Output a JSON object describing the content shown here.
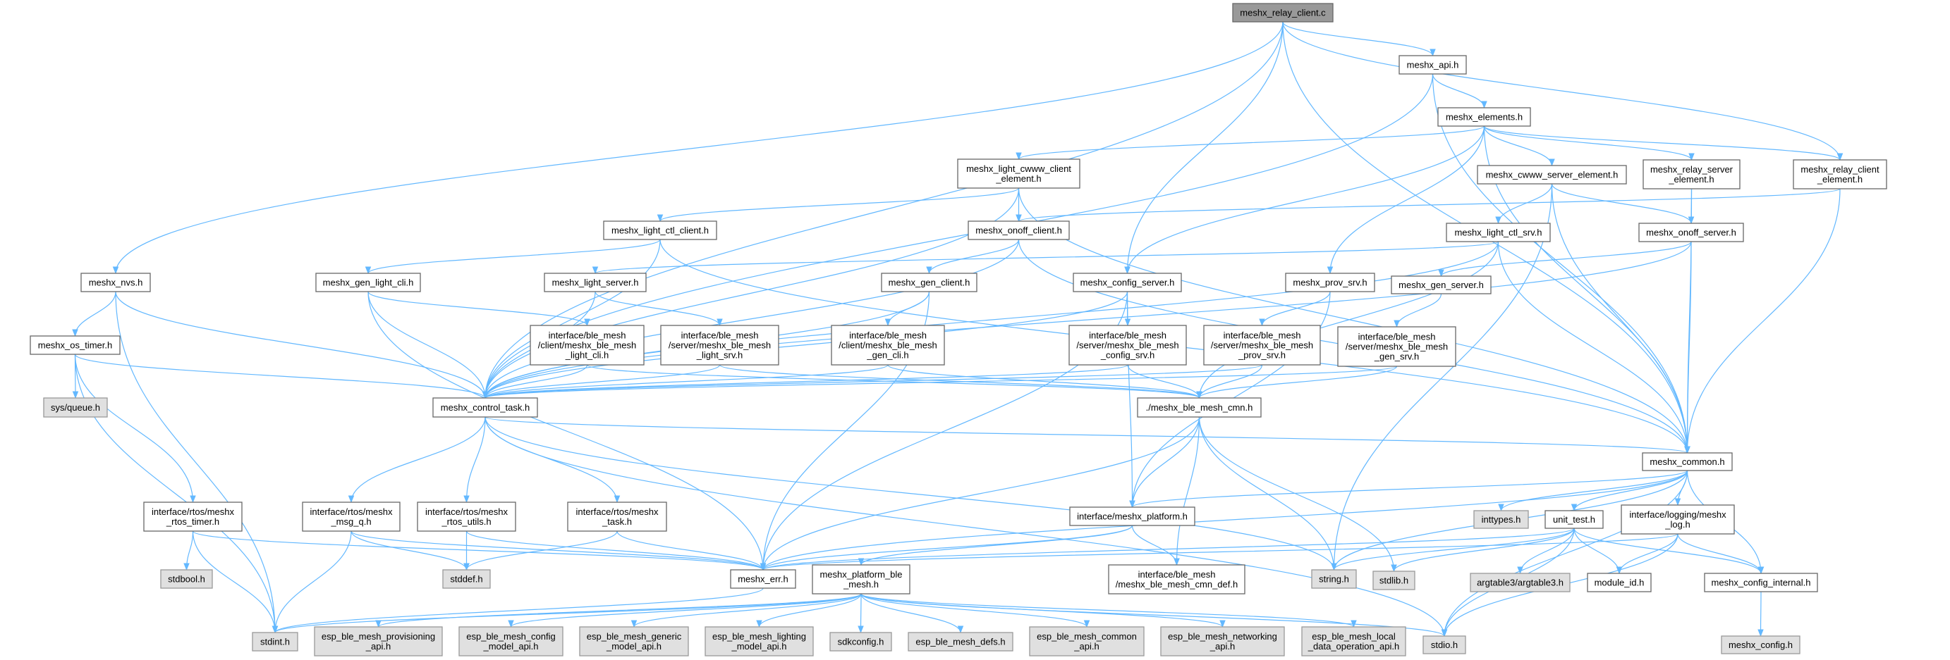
{
  "title": "meshx_relay_client.c",
  "colors": {
    "edge": "#63b8ff",
    "root_fill": "#999999",
    "system_fill": "#e0e0e0",
    "node_fill": "#ffffff"
  },
  "nodes": [
    {
      "id": "root",
      "lines": [
        "meshx_relay_client.c"
      ],
      "kind": "root"
    },
    {
      "id": "api",
      "lines": [
        "meshx_api.h"
      ],
      "kind": "file"
    },
    {
      "id": "elements",
      "lines": [
        "meshx_elements.h"
      ],
      "kind": "file"
    },
    {
      "id": "cwww_cli_el",
      "lines": [
        "meshx_light_cwww_client",
        "_element.h"
      ],
      "kind": "file"
    },
    {
      "id": "cwww_srv_el",
      "lines": [
        "meshx_cwww_server_element.h"
      ],
      "kind": "file"
    },
    {
      "id": "relay_srv_el",
      "lines": [
        "meshx_relay_server",
        "_element.h"
      ],
      "kind": "file"
    },
    {
      "id": "relay_cli_el",
      "lines": [
        "meshx_relay_client",
        "_element.h"
      ],
      "kind": "file"
    },
    {
      "id": "light_ctl_client",
      "lines": [
        "meshx_light_ctl_client.h"
      ],
      "kind": "file"
    },
    {
      "id": "onoff_client",
      "lines": [
        "meshx_onoff_client.h"
      ],
      "kind": "file"
    },
    {
      "id": "light_ctl_srv",
      "lines": [
        "meshx_light_ctl_srv.h"
      ],
      "kind": "file"
    },
    {
      "id": "onoff_server",
      "lines": [
        "meshx_onoff_server.h"
      ],
      "kind": "file"
    },
    {
      "id": "nvs",
      "lines": [
        "meshx_nvs.h"
      ],
      "kind": "file"
    },
    {
      "id": "gen_light_cli",
      "lines": [
        "meshx_gen_light_cli.h"
      ],
      "kind": "file"
    },
    {
      "id": "light_server",
      "lines": [
        "meshx_light_server.h"
      ],
      "kind": "file"
    },
    {
      "id": "gen_client",
      "lines": [
        "meshx_gen_client.h"
      ],
      "kind": "file"
    },
    {
      "id": "config_server",
      "lines": [
        "meshx_config_server.h"
      ],
      "kind": "file"
    },
    {
      "id": "prov_srv",
      "lines": [
        "meshx_prov_srv.h"
      ],
      "kind": "file"
    },
    {
      "id": "gen_server",
      "lines": [
        "meshx_gen_server.h"
      ],
      "kind": "file"
    },
    {
      "id": "os_timer",
      "lines": [
        "meshx_os_timer.h"
      ],
      "kind": "file"
    },
    {
      "id": "if_light_cli",
      "lines": [
        "interface/ble_mesh",
        "/client/meshx_ble_mesh",
        "_light_cli.h"
      ],
      "kind": "file"
    },
    {
      "id": "if_light_srv",
      "lines": [
        "interface/ble_mesh",
        "/server/meshx_ble_mesh",
        "_light_srv.h"
      ],
      "kind": "file"
    },
    {
      "id": "if_gen_cli",
      "lines": [
        "interface/ble_mesh",
        "/client/meshx_ble_mesh",
        "_gen_cli.h"
      ],
      "kind": "file"
    },
    {
      "id": "if_config_srv",
      "lines": [
        "interface/ble_mesh",
        "/server/meshx_ble_mesh",
        "_config_srv.h"
      ],
      "kind": "file"
    },
    {
      "id": "if_prov_srv",
      "lines": [
        "interface/ble_mesh",
        "/server/meshx_ble_mesh",
        "_prov_srv.h"
      ],
      "kind": "file"
    },
    {
      "id": "if_gen_srv",
      "lines": [
        "interface/ble_mesh",
        "/server/meshx_ble_mesh",
        "_gen_srv.h"
      ],
      "kind": "file"
    },
    {
      "id": "sys_queue",
      "lines": [
        "sys/queue.h"
      ],
      "kind": "sys"
    },
    {
      "id": "control_task",
      "lines": [
        "meshx_control_task.h"
      ],
      "kind": "file"
    },
    {
      "id": "ble_mesh_cmn",
      "lines": [
        "./meshx_ble_mesh_cmn.h"
      ],
      "kind": "file"
    },
    {
      "id": "common",
      "lines": [
        "meshx_common.h"
      ],
      "kind": "file"
    },
    {
      "id": "rtos_timer",
      "lines": [
        "interface/rtos/meshx",
        "_rtos_timer.h"
      ],
      "kind": "file"
    },
    {
      "id": "msg_q",
      "lines": [
        "interface/rtos/meshx",
        "_msg_q.h"
      ],
      "kind": "file"
    },
    {
      "id": "rtos_utils",
      "lines": [
        "interface/rtos/meshx",
        "_rtos_utils.h"
      ],
      "kind": "file"
    },
    {
      "id": "rtos_task",
      "lines": [
        "interface/rtos/meshx",
        "_task.h"
      ],
      "kind": "file"
    },
    {
      "id": "platform",
      "lines": [
        "interface/meshx_platform.h"
      ],
      "kind": "file"
    },
    {
      "id": "inttypes",
      "lines": [
        "inttypes.h"
      ],
      "kind": "sys"
    },
    {
      "id": "unit_test",
      "lines": [
        "unit_test.h"
      ],
      "kind": "file"
    },
    {
      "id": "log",
      "lines": [
        "interface/logging/meshx",
        "_log.h"
      ],
      "kind": "file"
    },
    {
      "id": "stdbool",
      "lines": [
        "stdbool.h"
      ],
      "kind": "sys"
    },
    {
      "id": "stddef",
      "lines": [
        "stddef.h"
      ],
      "kind": "sys"
    },
    {
      "id": "err",
      "lines": [
        "meshx_err.h"
      ],
      "kind": "file"
    },
    {
      "id": "platform_ble",
      "lines": [
        "meshx_platform_ble",
        "_mesh.h"
      ],
      "kind": "file"
    },
    {
      "id": "cmn_def",
      "lines": [
        "interface/ble_mesh",
        "/meshx_ble_mesh_cmn_def.h"
      ],
      "kind": "file"
    },
    {
      "id": "string",
      "lines": [
        "string.h"
      ],
      "kind": "sys"
    },
    {
      "id": "stdlib",
      "lines": [
        "stdlib.h"
      ],
      "kind": "sys"
    },
    {
      "id": "argtable",
      "lines": [
        "argtable3/argtable3.h"
      ],
      "kind": "sys"
    },
    {
      "id": "module_id",
      "lines": [
        "module_id.h"
      ],
      "kind": "file"
    },
    {
      "id": "config_internal",
      "lines": [
        "meshx_config_internal.h"
      ],
      "kind": "file"
    },
    {
      "id": "stdint",
      "lines": [
        "stdint.h"
      ],
      "kind": "sys"
    },
    {
      "id": "prov_api",
      "lines": [
        "esp_ble_mesh_provisioning",
        "_api.h"
      ],
      "kind": "sys"
    },
    {
      "id": "config_api",
      "lines": [
        "esp_ble_mesh_config",
        "_model_api.h"
      ],
      "kind": "sys"
    },
    {
      "id": "generic_api",
      "lines": [
        "esp_ble_mesh_generic",
        "_model_api.h"
      ],
      "kind": "sys"
    },
    {
      "id": "lighting_api",
      "lines": [
        "esp_ble_mesh_lighting",
        "_model_api.h"
      ],
      "kind": "sys"
    },
    {
      "id": "sdkconfig",
      "lines": [
        "sdkconfig.h"
      ],
      "kind": "sys"
    },
    {
      "id": "defs",
      "lines": [
        "esp_ble_mesh_defs.h"
      ],
      "kind": "sys"
    },
    {
      "id": "common_api",
      "lines": [
        "esp_ble_mesh_common",
        "_api.h"
      ],
      "kind": "sys"
    },
    {
      "id": "networking_api",
      "lines": [
        "esp_ble_mesh_networking",
        "_api.h"
      ],
      "kind": "sys"
    },
    {
      "id": "local_api",
      "lines": [
        "esp_ble_mesh_local",
        "_data_operation_api.h"
      ],
      "kind": "sys"
    },
    {
      "id": "stdio",
      "lines": [
        "stdio.h"
      ],
      "kind": "sys"
    },
    {
      "id": "meshx_config",
      "lines": [
        "meshx_config.h"
      ],
      "kind": "sys"
    }
  ],
  "edges": [
    [
      "root",
      "nvs"
    ],
    [
      "root",
      "control_task"
    ],
    [
      "root",
      "api"
    ],
    [
      "root",
      "relay_cli_el"
    ],
    [
      "root",
      "config_server"
    ],
    [
      "root",
      "common"
    ],
    [
      "api",
      "elements"
    ],
    [
      "api",
      "common"
    ],
    [
      "api",
      "control_task"
    ],
    [
      "elements",
      "cwww_cli_el"
    ],
    [
      "elements",
      "cwww_srv_el"
    ],
    [
      "elements",
      "relay_srv_el"
    ],
    [
      "elements",
      "relay_cli_el"
    ],
    [
      "elements",
      "common"
    ],
    [
      "elements",
      "config_server"
    ],
    [
      "elements",
      "prov_srv"
    ],
    [
      "cwww_cli_el",
      "light_ctl_client"
    ],
    [
      "cwww_cli_el",
      "onoff_client"
    ],
    [
      "cwww_cli_el",
      "control_task"
    ],
    [
      "cwww_cli_el",
      "common"
    ],
    [
      "cwww_srv_el",
      "light_ctl_srv"
    ],
    [
      "cwww_srv_el",
      "onoff_server"
    ],
    [
      "cwww_srv_el",
      "common"
    ],
    [
      "cwww_srv_el",
      "string"
    ],
    [
      "relay_srv_el",
      "onoff_server"
    ],
    [
      "relay_srv_el",
      "common"
    ],
    [
      "relay_cli_el",
      "onoff_client"
    ],
    [
      "relay_cli_el",
      "common"
    ],
    [
      "light_ctl_client",
      "gen_light_cli"
    ],
    [
      "light_ctl_client",
      "control_task"
    ],
    [
      "light_ctl_client",
      "common"
    ],
    [
      "onoff_client",
      "gen_client"
    ],
    [
      "onoff_client",
      "control_task"
    ],
    [
      "onoff_client",
      "common"
    ],
    [
      "light_ctl_srv",
      "light_server"
    ],
    [
      "light_ctl_srv",
      "control_task"
    ],
    [
      "light_ctl_srv",
      "common"
    ],
    [
      "light_ctl_srv",
      "ble_mesh_cmn"
    ],
    [
      "onoff_server",
      "gen_server"
    ],
    [
      "onoff_server",
      "control_task"
    ],
    [
      "onoff_server",
      "common"
    ],
    [
      "nvs",
      "os_timer"
    ],
    [
      "nvs",
      "control_task"
    ],
    [
      "nvs",
      "stdint"
    ],
    [
      "gen_light_cli",
      "if_light_cli"
    ],
    [
      "gen_light_cli",
      "control_task"
    ],
    [
      "gen_light_cli",
      "err"
    ],
    [
      "light_server",
      "if_light_srv"
    ],
    [
      "light_server",
      "control_task"
    ],
    [
      "gen_client",
      "if_gen_cli"
    ],
    [
      "gen_client",
      "control_task"
    ],
    [
      "gen_client",
      "err"
    ],
    [
      "config_server",
      "if_config_srv"
    ],
    [
      "config_server",
      "control_task"
    ],
    [
      "config_server",
      "platform"
    ],
    [
      "config_server",
      "err"
    ],
    [
      "prov_srv",
      "if_prov_srv"
    ],
    [
      "prov_srv",
      "platform"
    ],
    [
      "gen_server",
      "if_gen_srv"
    ],
    [
      "os_timer",
      "sys_queue"
    ],
    [
      "os_timer",
      "rtos_timer"
    ],
    [
      "os_timer",
      "stdint"
    ],
    [
      "os_timer",
      "control_task"
    ],
    [
      "if_light_cli",
      "control_task"
    ],
    [
      "if_light_cli",
      "ble_mesh_cmn"
    ],
    [
      "if_light_srv",
      "control_task"
    ],
    [
      "if_light_srv",
      "ble_mesh_cmn"
    ],
    [
      "if_gen_cli",
      "control_task"
    ],
    [
      "if_gen_cli",
      "ble_mesh_cmn"
    ],
    [
      "if_config_srv",
      "control_task"
    ],
    [
      "if_config_srv",
      "ble_mesh_cmn"
    ],
    [
      "if_prov_srv",
      "control_task"
    ],
    [
      "if_prov_srv",
      "ble_mesh_cmn"
    ],
    [
      "if_gen_srv",
      "control_task"
    ],
    [
      "if_gen_srv",
      "ble_mesh_cmn"
    ],
    [
      "control_task",
      "msg_q"
    ],
    [
      "control_task",
      "rtos_utils"
    ],
    [
      "control_task",
      "rtos_task"
    ],
    [
      "control_task",
      "common"
    ],
    [
      "control_task",
      "string"
    ],
    [
      "control_task",
      "stdio"
    ],
    [
      "rtos_timer",
      "stdbool"
    ],
    [
      "rtos_timer",
      "stdint"
    ],
    [
      "rtos_timer",
      "err"
    ],
    [
      "msg_q",
      "stdint"
    ],
    [
      "msg_q",
      "stddef"
    ],
    [
      "msg_q",
      "err"
    ],
    [
      "rtos_utils",
      "stddef"
    ],
    [
      "rtos_utils",
      "err"
    ],
    [
      "rtos_task",
      "stddef"
    ],
    [
      "rtos_task",
      "err"
    ],
    [
      "ble_mesh_cmn",
      "platform"
    ],
    [
      "ble_mesh_cmn",
      "err"
    ],
    [
      "ble_mesh_cmn",
      "cmn_def"
    ],
    [
      "ble_mesh_cmn",
      "string"
    ],
    [
      "ble_mesh_cmn",
      "stdlib"
    ],
    [
      "platform",
      "platform_ble"
    ],
    [
      "platform",
      "cmn_def"
    ],
    [
      "platform",
      "err"
    ],
    [
      "platform_ble",
      "stdint"
    ],
    [
      "platform_ble",
      "prov_api"
    ],
    [
      "platform_ble",
      "config_api"
    ],
    [
      "platform_ble",
      "generic_api"
    ],
    [
      "platform_ble",
      "lighting_api"
    ],
    [
      "platform_ble",
      "sdkconfig"
    ],
    [
      "platform_ble",
      "defs"
    ],
    [
      "platform_ble",
      "common_api"
    ],
    [
      "platform_ble",
      "networking_api"
    ],
    [
      "platform_ble",
      "local_api"
    ],
    [
      "platform_ble",
      "stdio"
    ],
    [
      "err",
      "stdint"
    ],
    [
      "common",
      "platform"
    ],
    [
      "common",
      "err"
    ],
    [
      "common",
      "inttypes"
    ],
    [
      "common",
      "unit_test"
    ],
    [
      "common",
      "log"
    ],
    [
      "common",
      "config_internal"
    ],
    [
      "common",
      "stdio"
    ],
    [
      "common",
      "string"
    ],
    [
      "unit_test",
      "string"
    ],
    [
      "unit_test",
      "stdlib"
    ],
    [
      "unit_test",
      "argtable"
    ],
    [
      "unit_test",
      "module_id"
    ],
    [
      "unit_test",
      "config_internal"
    ],
    [
      "unit_test",
      "stdio"
    ],
    [
      "unit_test",
      "err"
    ],
    [
      "log",
      "module_id"
    ],
    [
      "log",
      "config_internal"
    ],
    [
      "log",
      "stdio"
    ],
    [
      "log",
      "err"
    ],
    [
      "config_internal",
      "meshx_config"
    ]
  ]
}
